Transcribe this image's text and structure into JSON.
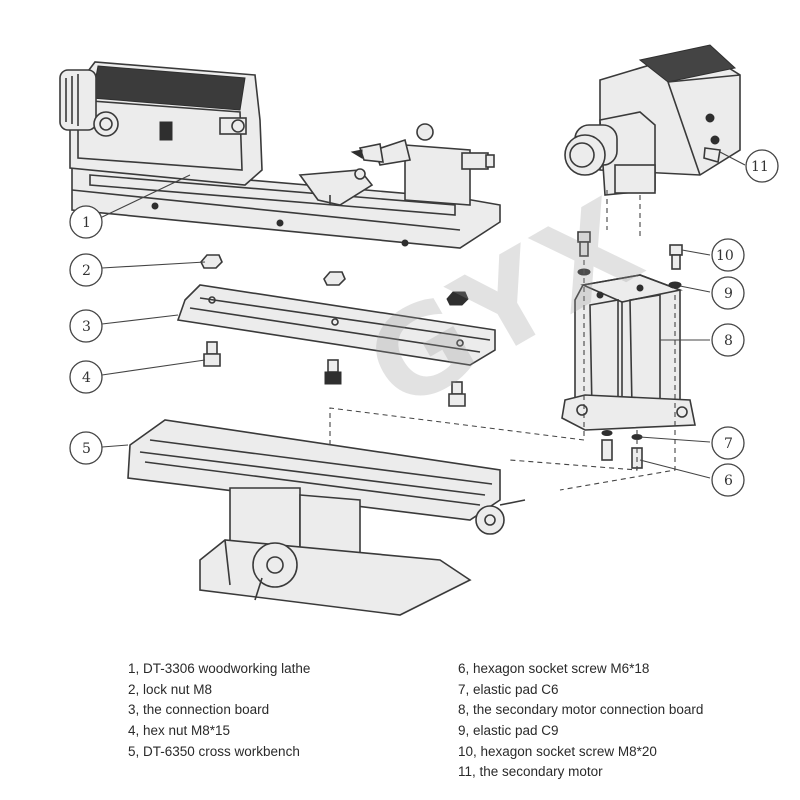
{
  "watermark": "GYX",
  "callouts": [
    "1",
    "2",
    "3",
    "4",
    "5",
    "6",
    "7",
    "8",
    "9",
    "10",
    "11"
  ],
  "legend": {
    "left": [
      "1, DT-3306 woodworking lathe",
      "2, lock nut M8",
      "3, the connection board",
      "4, hex nut M8*15",
      "5, DT-6350 cross workbench"
    ],
    "right": [
      "6, hexagon socket screw M6*18",
      "7, elastic pad C6",
      "8, the secondary motor connection board",
      "9, elastic pad C9",
      "10, hexagon socket screw M8*20",
      "11, the secondary motor"
    ]
  }
}
